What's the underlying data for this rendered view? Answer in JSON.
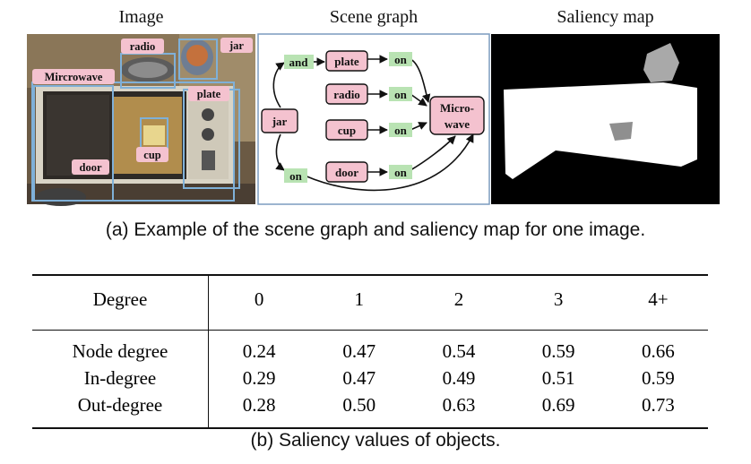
{
  "panels": {
    "image_title": "Image",
    "graph_title": "Scene graph",
    "saliency_title": "Saliency map"
  },
  "image_labels": {
    "radio": "radio",
    "jar": "jar",
    "microwave": "Mircrowave",
    "plate": "plate",
    "cup": "cup",
    "door": "door"
  },
  "graph_nodes": {
    "and": "and",
    "plate": "plate",
    "on1": "on",
    "radio": "radio",
    "on2": "on",
    "jar": "jar",
    "cup": "cup",
    "on3": "on",
    "micro_line1": "Micro-",
    "micro_line2": "wave",
    "door": "door",
    "on4": "on",
    "on5": "on"
  },
  "caption_a": "(a) Example of the scene graph and saliency map for one image.",
  "table": {
    "header": [
      "Degree",
      "0",
      "1",
      "2",
      "3",
      "4+"
    ],
    "rows": [
      [
        "Node degree",
        "0.24",
        "0.47",
        "0.54",
        "0.59",
        "0.66"
      ],
      [
        "In-degree",
        "0.29",
        "0.47",
        "0.49",
        "0.51",
        "0.59"
      ],
      [
        "Out-degree",
        "0.28",
        "0.50",
        "0.63",
        "0.69",
        "0.73"
      ]
    ]
  },
  "caption_b": "(b) Saliency values of objects.",
  "colors": {
    "object_label": "#f4c2cf",
    "relation_label": "#b9e3b3",
    "box": "#7fb0d8"
  }
}
